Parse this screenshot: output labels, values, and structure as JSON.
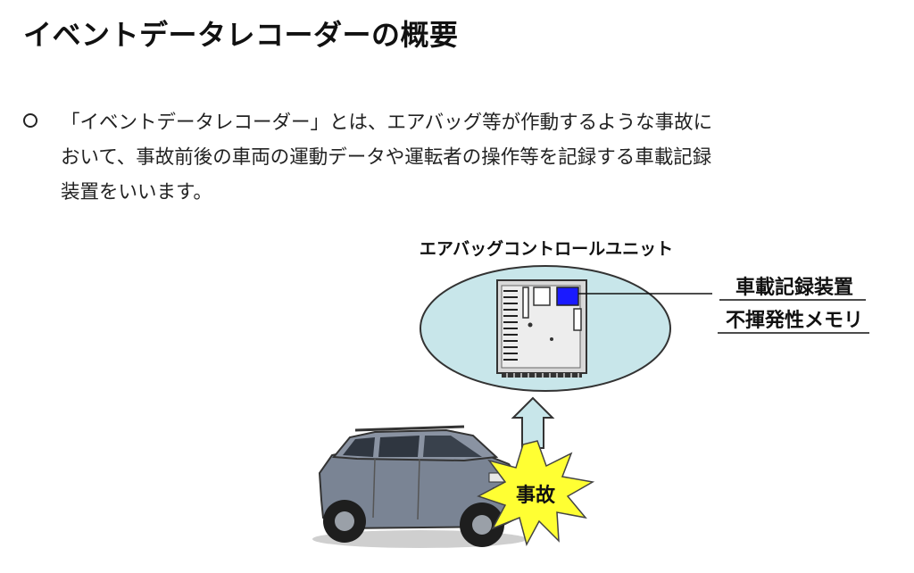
{
  "title": "イベントデータレコーダーの概要",
  "bullet": {
    "lines": [
      "「イベントデータレコーダー」とは、エアバッグ等が作動するような事故に",
      "おいて、事故前後の車両の運動データや運転者の操作等を記録する車載記録",
      "装置をいいます。"
    ]
  },
  "diagram": {
    "unit_label": "エアバッグコントロールユニット",
    "recorder_label": "車載記録装置",
    "memory_label": "不揮発性メモリ",
    "accident_label": "事故"
  },
  "colors": {
    "ellipse_fill": "#c8e6ea",
    "memory_chip": "#1a1aff",
    "burst_fill": "#ffff33",
    "car_body": "#7a8494"
  }
}
